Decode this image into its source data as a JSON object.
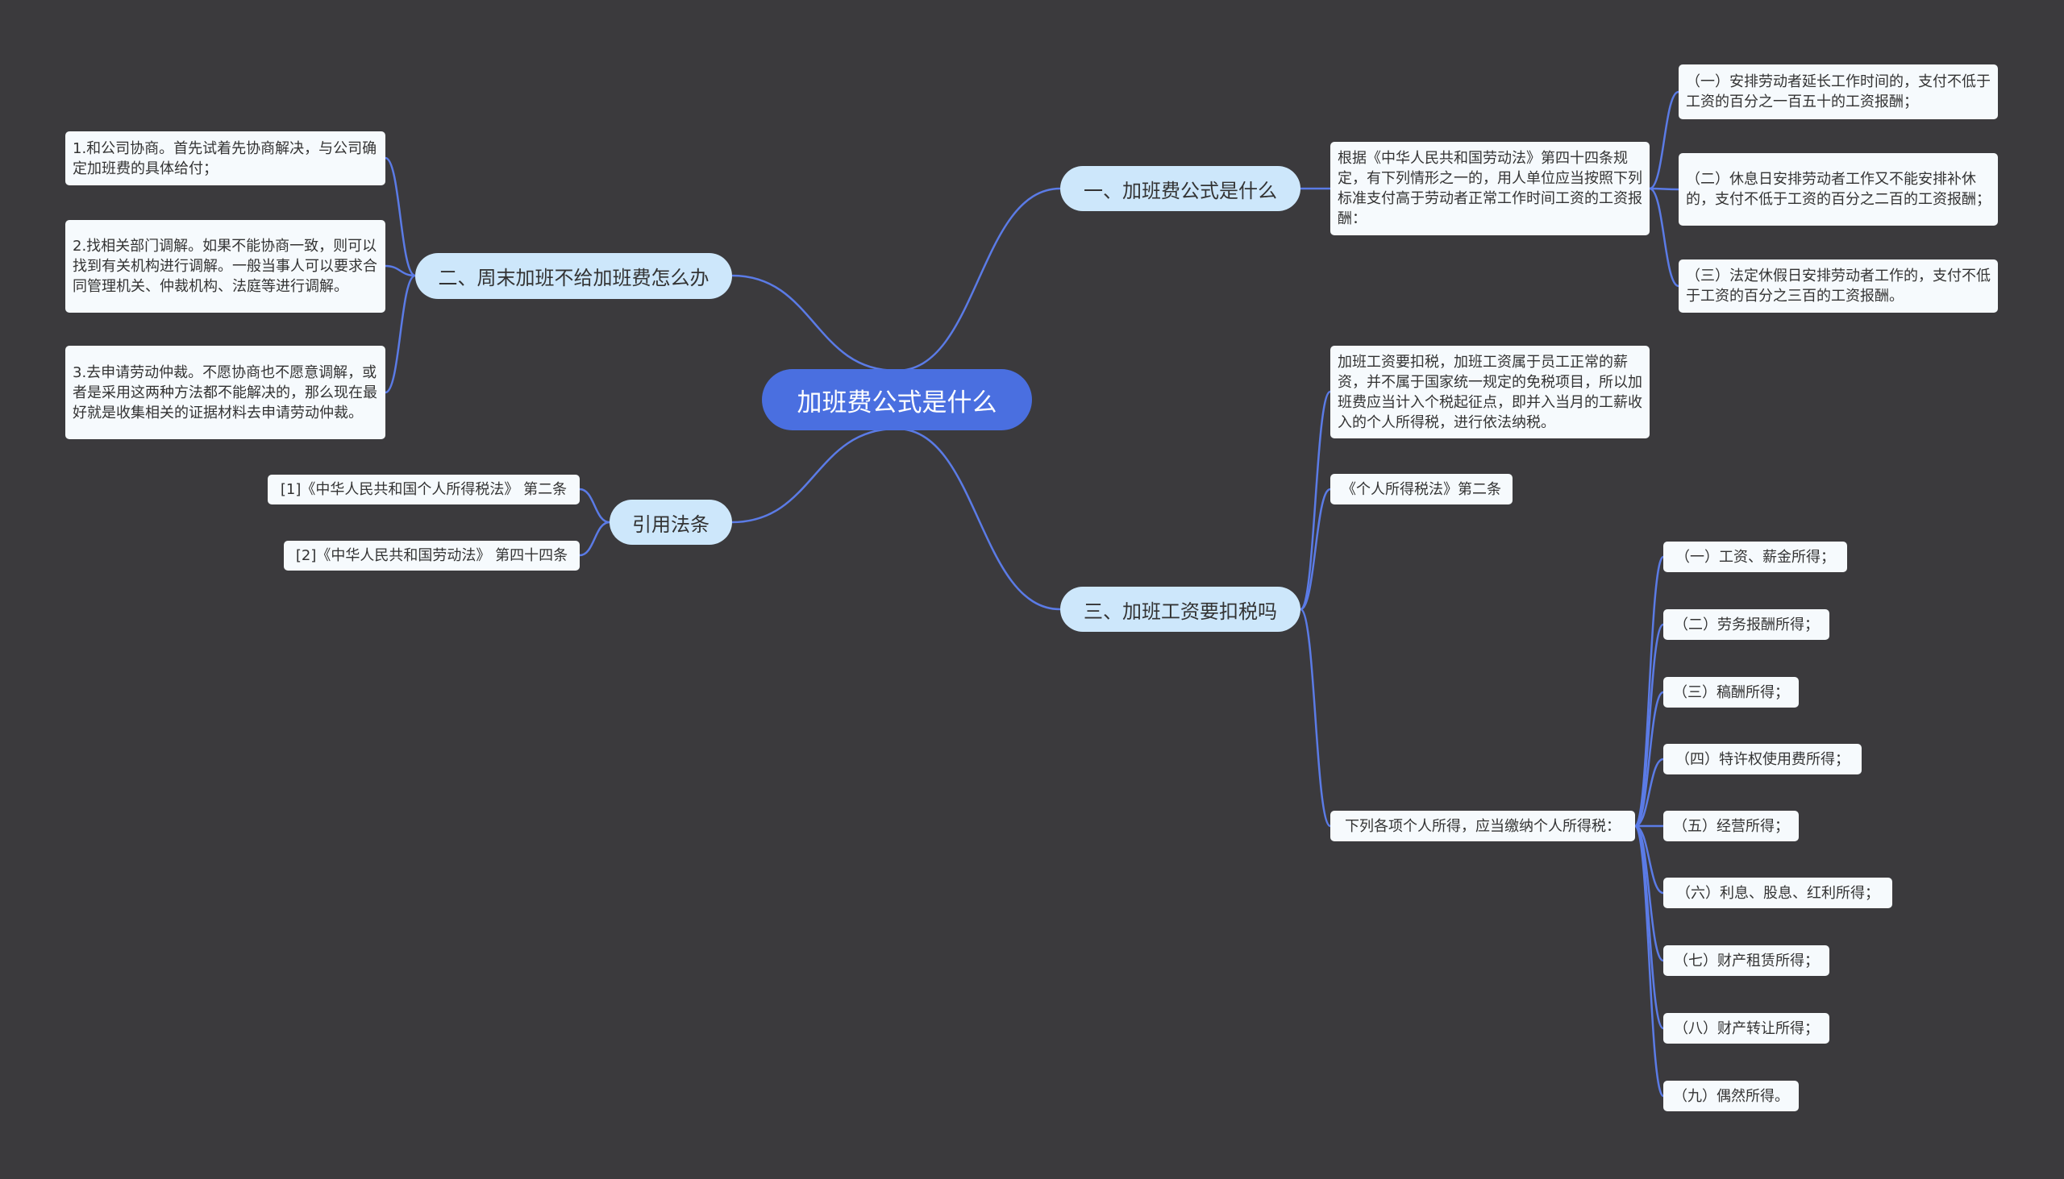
{
  "root": {
    "label": "加班费公式是什么"
  },
  "branches": {
    "b1": {
      "label": "一、加班费公式是什么"
    },
    "b2": {
      "label": "二、周末加班不给加班费怎么办"
    },
    "b3": {
      "label": "三、加班工资要扣税吗"
    },
    "b4": {
      "label": "引用法条"
    }
  },
  "b1": {
    "intro": "根据《中华人民共和国劳动法》第四十四条规定，有下列情形之一的，用人单位应当按照下列标准支付高于劳动者正常工作时间工资的工资报酬：",
    "items": [
      "（一）安排劳动者延长工作时间的，支付不低于工资的百分之一百五十的工资报酬；",
      "（二）休息日安排劳动者工作又不能安排补休的，支付不低于工资的百分之二百的工资报酬；",
      "（三）法定休假日安排劳动者工作的，支付不低于工资的百分之三百的工资报酬。"
    ]
  },
  "b2": {
    "items": [
      "1.和公司协商。首先试着先协商解决，与公司确定加班费的具体给付；",
      "2.找相关部门调解。如果不能协商一致，则可以找到有关机构进行调解。一般当事人可以要求合同管理机关、仲裁机构、法庭等进行调解。",
      "3.去申请劳动仲裁。不愿协商也不愿意调解，或者是采用这两种方法都不能解决的，那么现在最好就是收集相关的证据材料去申请劳动仲裁。"
    ]
  },
  "b3": {
    "text1": "加班工资要扣税，加班工资属于员工正常的薪资，并不属于国家统一规定的免税项目，所以加班费应当计入个税起征点，即并入当月的工薪收入的个人所得税，进行依法纳税。",
    "text2": "《个人所得税法》第二条",
    "text3": "下列各项个人所得，应当缴纳个人所得税：",
    "items": [
      "（一）工资、薪金所得；",
      "（二）劳务报酬所得；",
      "（三）稿酬所得；",
      "（四）特许权使用费所得；",
      "（五）经营所得；",
      "（六）利息、股息、红利所得；",
      "（七）财产租赁所得；",
      "（八）财产转让所得；",
      "（九）偶然所得。"
    ]
  },
  "b4": {
    "items": [
      "[1]《中华人民共和国个人所得税法》 第二条",
      "[2]《中华人民共和国劳动法》 第四十四条"
    ]
  },
  "colors": {
    "background": "#3b3a3d",
    "root": "#4a6fe0",
    "branch": "#cde7fb",
    "leaf": "#f6fafd",
    "line": "#5b7be6"
  }
}
